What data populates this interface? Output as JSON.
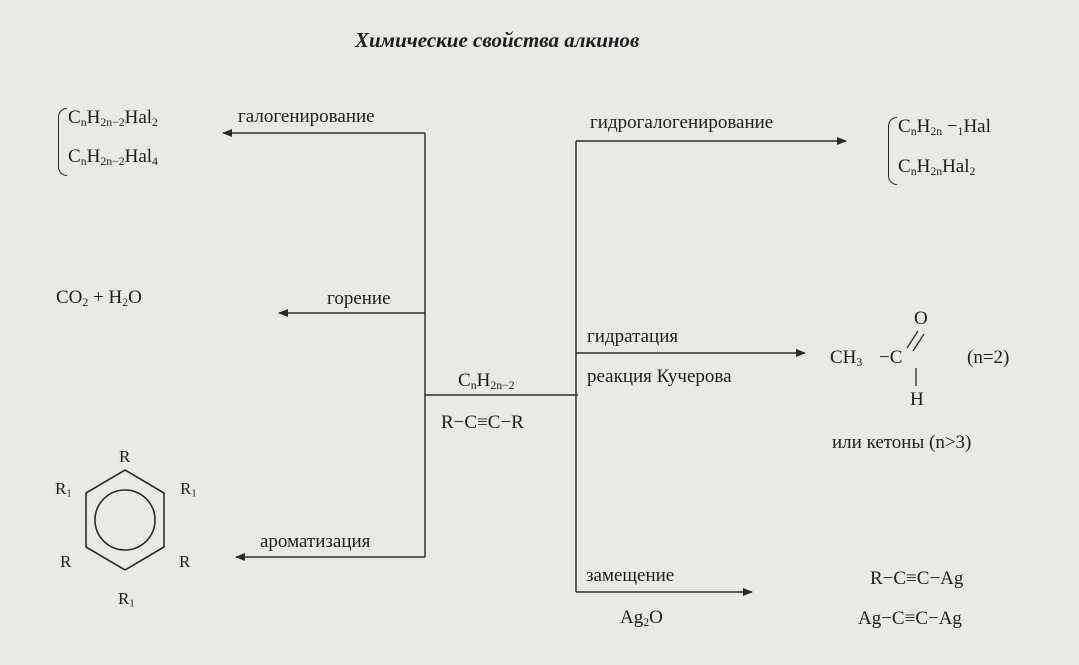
{
  "title": "Химические свойства алкинов",
  "center": {
    "general_formula": [
      "C",
      "n",
      "H",
      "2n−2",
      ""
    ],
    "structure": "R−C≡C−R"
  },
  "reactions": {
    "halogenation": {
      "label": "галогенирование",
      "products": [
        [
          "C",
          "n",
          "H",
          "2n",
          "−",
          "2",
          "Hal",
          "2",
          ""
        ],
        [
          "C",
          "n",
          "H",
          "2n",
          "−",
          "2",
          "Hal",
          "4",
          ""
        ]
      ]
    },
    "combustion": {
      "label": "горение",
      "products": [
        "CO",
        "2",
        " + H",
        "2",
        "O"
      ]
    },
    "aromatization": {
      "label": "ароматизация",
      "substituents": {
        "top": "R",
        "top_left": "R1",
        "top_right": "R1",
        "bottom_left": "R",
        "bottom_right": "R",
        "bottom": "R1"
      }
    },
    "hydrohalogenation": {
      "label": "гидрогалогенирование",
      "products": [
        [
          "C",
          "n",
          "H",
          "2n",
          " −",
          "1",
          "Hal",
          "",
          ""
        ],
        [
          "C",
          "n",
          "H",
          "2n",
          "Hal",
          "2",
          "",
          "",
          ""
        ]
      ]
    },
    "hydration": {
      "label": "гидратация",
      "sublabel": "реакция Кучерова",
      "product": {
        "ch3": [
          "CH",
          "3"
        ],
        "c": "−C",
        "o": "O",
        "h": "H",
        "condition": "(n=2)"
      },
      "note": "или кетоны (n>3)"
    },
    "substitution": {
      "label": "замещение",
      "reagent": [
        "Ag",
        "2",
        "O"
      ],
      "products": [
        "R−C≡C−Ag",
        "Ag−C≡C−Ag"
      ]
    }
  }
}
